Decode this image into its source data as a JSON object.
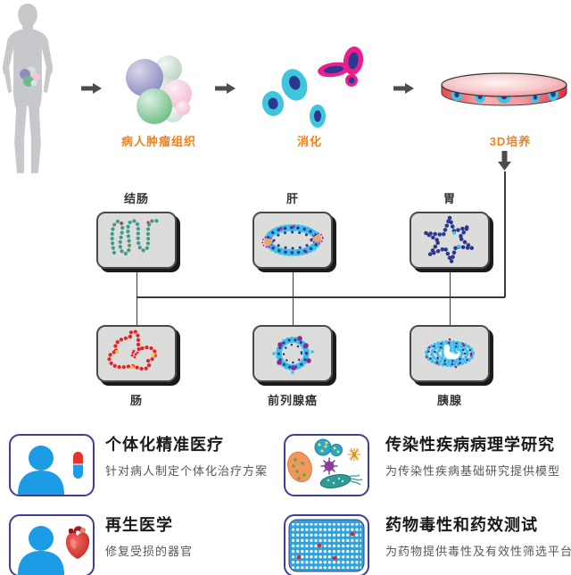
{
  "flow": {
    "steps": [
      {
        "label": "病人肿瘤组织",
        "icon": "tumor-tissue-spheres-icon"
      },
      {
        "label": "消化",
        "icon": "dissociated-cells-icon"
      },
      {
        "label": "3D培养",
        "icon": "petri-dish-icon"
      }
    ]
  },
  "organoids": {
    "top_row": [
      {
        "label": "结肠",
        "icon": "colon-organoid-icon"
      },
      {
        "label": "肝",
        "icon": "liver-organoid-icon"
      },
      {
        "label": "胃",
        "icon": "stomach-organoid-icon"
      }
    ],
    "bottom_row": [
      {
        "label": "肠",
        "icon": "intestine-organoid-icon"
      },
      {
        "label": "前列腺癌",
        "icon": "prostate-cancer-organoid-icon"
      },
      {
        "label": "胰腺",
        "icon": "pancreas-organoid-icon"
      }
    ]
  },
  "applications": [
    {
      "title": "个体化精准医疗",
      "subtitle": "针对病人制定个体化治疗方案",
      "icon": "patient-pill-icon"
    },
    {
      "title": "传染性疾病病理学研究",
      "subtitle": "为传染性疾病基础研究提供模型",
      "icon": "microbes-icon"
    },
    {
      "title": "再生医学",
      "subtitle": "修复受损的器官",
      "icon": "patient-heart-icon"
    },
    {
      "title": "药物毒性和药效测试",
      "subtitle": "为药物提供毒性及有效性筛选平台",
      "icon": "microplate-icon"
    }
  ],
  "colors": {
    "step_label": "#F0821E",
    "connector": "#3A3A3A",
    "organoid_box_fill": "#DCDCDB",
    "organoid_box_shadow": "#1A1A1B",
    "icon_border_blue": "#3E3E96",
    "icon_person_blue": "#1B9CE5",
    "title_text": "#1A1A1A",
    "subtitle_text": "#595757",
    "cell_cyan": "#3EC6DC",
    "nucleus_navy": "#2B3890",
    "magenta_cell": "#EC1E8C",
    "red_dots": "#E62129",
    "teal_dots": "#3E9C8C",
    "sky_dots": "#3BBEEA"
  }
}
